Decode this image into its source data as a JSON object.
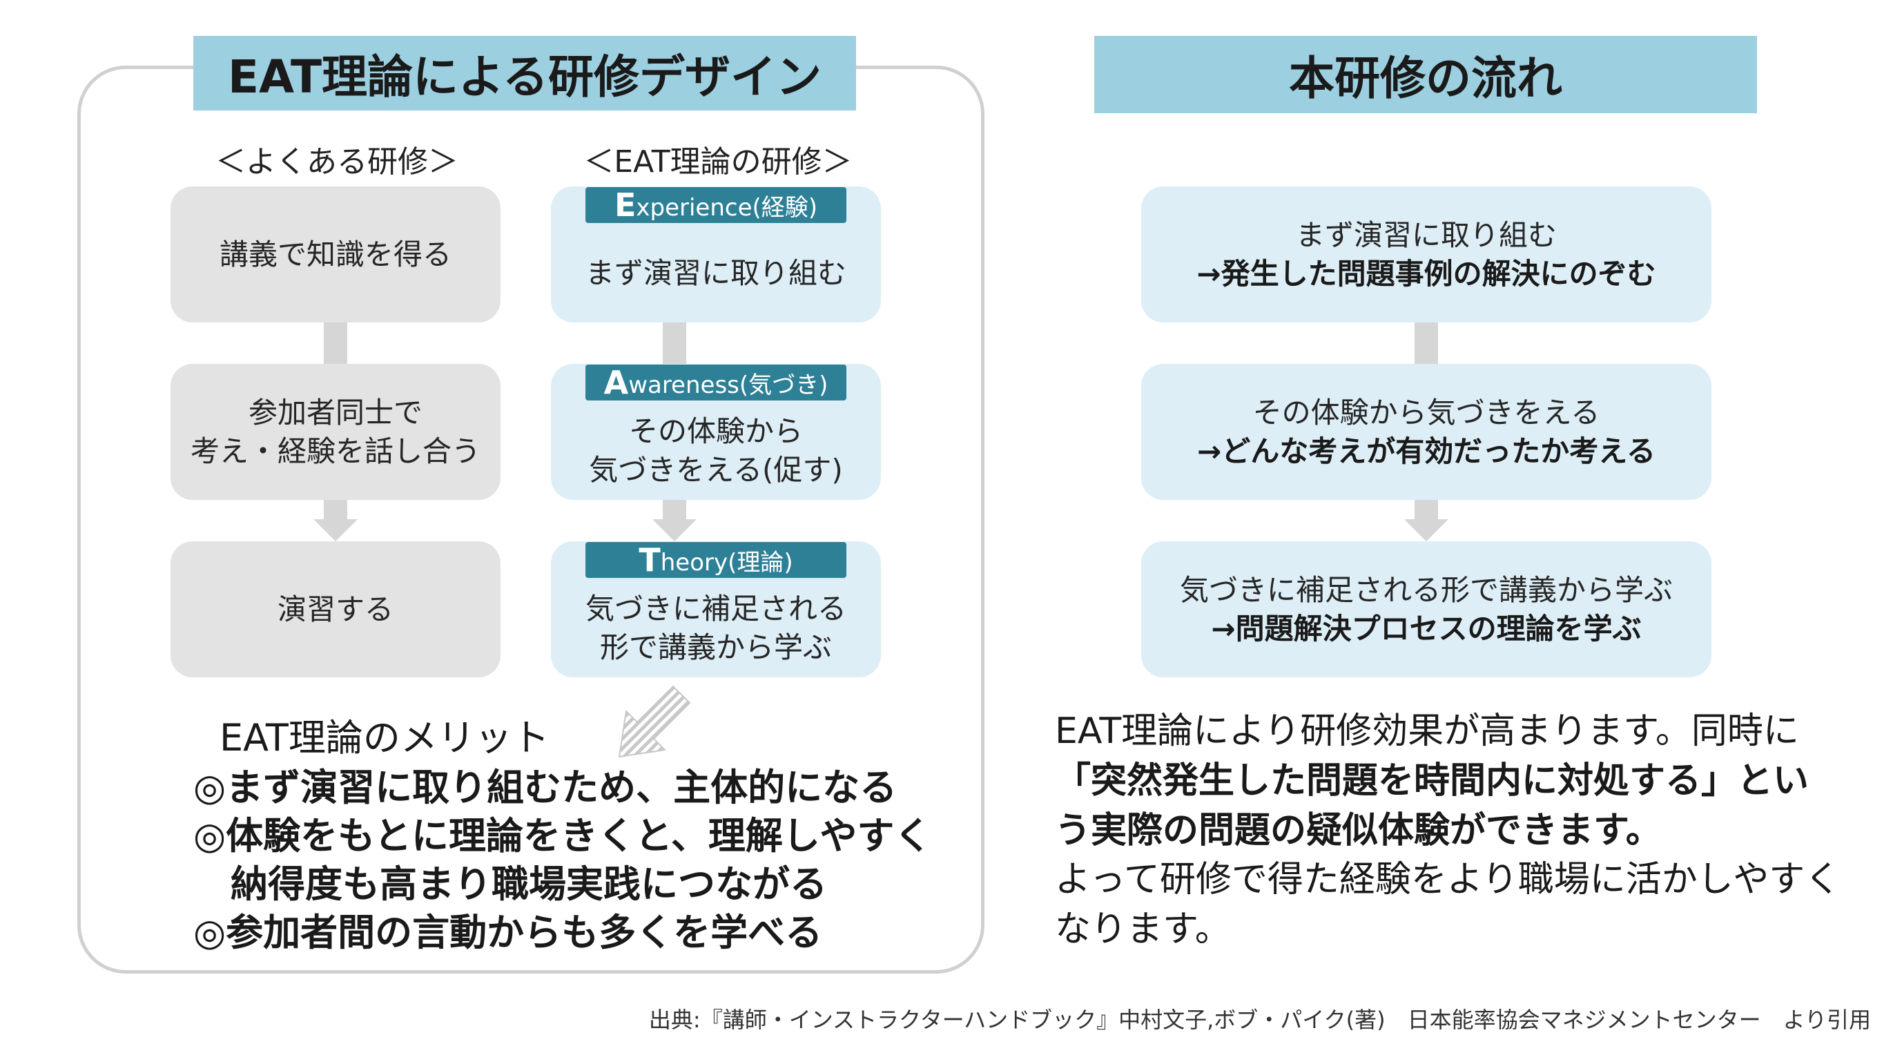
{
  "left": {
    "title": "EAT理論による研修デザイン",
    "typical": {
      "header": "＜よくある研修＞",
      "steps": [
        "講義で知識を得る",
        "参加者同士で",
        "考え・経験を話し合う",
        "演習する"
      ]
    },
    "eat": {
      "header": "＜EAT理論の研修＞",
      "steps": [
        {
          "tag_cap": "E",
          "tag_rest": "xperience(経験)",
          "line1": "まず演習に取り組む",
          "line2": ""
        },
        {
          "tag_cap": "A",
          "tag_rest": "wareness(気づき)",
          "line1": "その体験から",
          "line2": "気づきをえる(促す)"
        },
        {
          "tag_cap": "T",
          "tag_rest": "heory(理論)",
          "line1": "気づきに補足される",
          "line2": "形で講義から学ぶ"
        }
      ]
    },
    "merit": {
      "title": "EAT理論のメリット",
      "items": [
        "◎まず演習に取り組むため、主体的になる",
        "◎体験をもとに理論をきくと、理解しやすく",
        "　納得度も高まり職場実践につながる",
        "◎参加者間の言動からも多くを学べる"
      ]
    }
  },
  "right": {
    "title": "本研修の流れ",
    "flow": [
      {
        "line1": "まず演習に取り組む",
        "line2": "→発生した問題事例の解決にのぞむ"
      },
      {
        "line1": "その体験から気づきをえる",
        "line2": "→どんな考えが有効だったか考える"
      },
      {
        "line1": "気づきに補足される形で講義から学ぶ",
        "line2": "→問題解決プロセスの理論を学ぶ"
      }
    ],
    "summary": {
      "p1": "EAT理論により研修効果が高まります。同時に",
      "p2": "「突然発生した問題を時間内に対処する」とい",
      "p3": "う実際の問題の疑似体験ができます。",
      "p4": "よって研修で得た経験をより職場に活かしやすく",
      "p5": "なります。"
    }
  },
  "source": "出典:『講師・インストラクターハンドブック』中村文子,ボブ・パイク(著)　日本能率協会マネジメントセンター　より引用",
  "colors": {
    "banner": "#9ccfe0",
    "tag": "#2e8096",
    "grey_box": "#e3e3e3",
    "blue_box": "#ddeef6",
    "connector": "#d6d6d6"
  }
}
